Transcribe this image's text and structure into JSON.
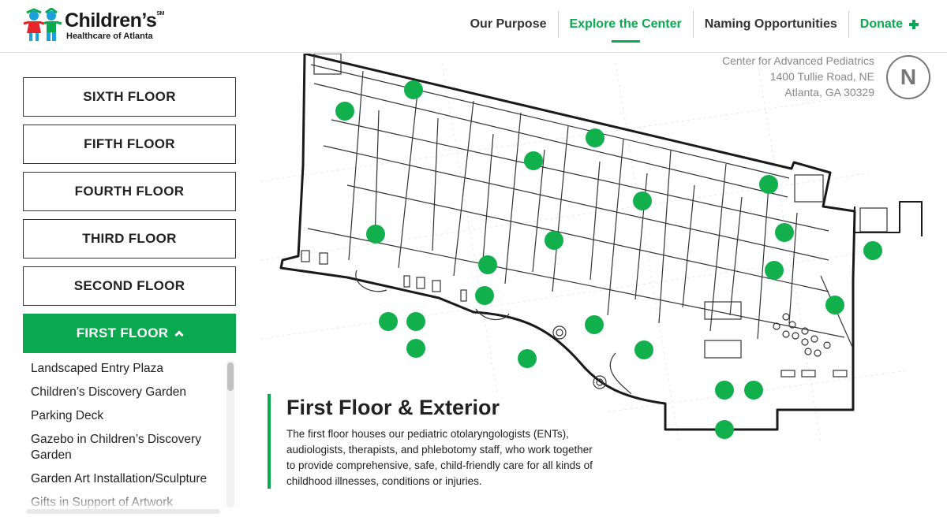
{
  "header": {
    "logo_name": "Children’s",
    "logo_tm": "SM",
    "logo_sub": "Healthcare of Atlanta",
    "nav": [
      {
        "label": "Our Purpose",
        "active": false
      },
      {
        "label": "Explore the Center",
        "active": true
      },
      {
        "label": "Naming Opportunities",
        "active": false
      },
      {
        "label": "Donate",
        "active": false
      }
    ]
  },
  "floors": [
    {
      "label": "SIXTH FLOOR"
    },
    {
      "label": "FIFTH FLOOR"
    },
    {
      "label": "FOURTH FLOOR"
    },
    {
      "label": "THIRD FLOOR"
    },
    {
      "label": "SECOND FLOOR"
    },
    {
      "label": "FIRST FLOOR",
      "active": true
    }
  ],
  "room_list": [
    "Landscaped Entry Plaza",
    "Children’s Discovery Garden",
    "Parking Deck",
    "Gazebo in Children’s Discovery Garden",
    "Garden Art Installation/Sculpture",
    "Gifts in Support of Artwork"
  ],
  "address": {
    "line1": "Center for Advanced Pediatrics",
    "line2": "1400 Tullie Road, NE",
    "line3": "Atlanta, GA 30329"
  },
  "compass": "N",
  "info": {
    "title": "First Floor & Exterior",
    "body": "The first floor houses our pediatric otolaryngologists (ENTs), audiologists, therapists, and phlebotomy staff, who work together to provide comprehensive, safe, child-friendly care for all kinds of childhood illnesses, conditions or injuries."
  },
  "colors": {
    "brand_green": "#0aa84f",
    "marker_green": "#12b04c",
    "logo_blue": "#1ca0db",
    "logo_red": "#e2262b"
  }
}
